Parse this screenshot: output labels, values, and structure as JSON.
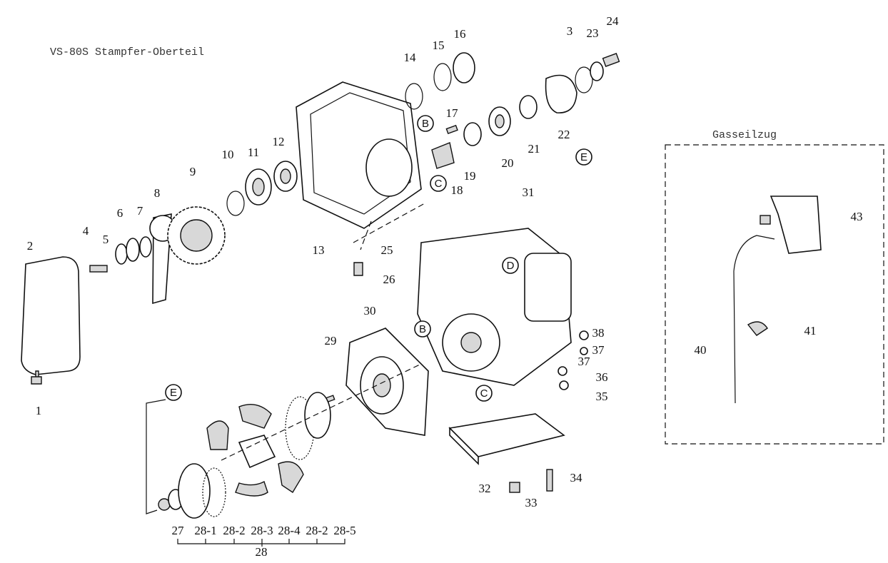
{
  "title": "VS-80S Stampfer-Oberteil",
  "inset_title": "Gasseilzug",
  "part_labels": [
    "1",
    "2",
    "3",
    "4",
    "5",
    "6",
    "7",
    "8",
    "9",
    "10",
    "11",
    "12",
    "13",
    "14",
    "15",
    "16",
    "17",
    "18",
    "19",
    "20",
    "21",
    "22",
    "23",
    "24",
    "25",
    "26",
    "27",
    "28-1",
    "28-2",
    "28-3",
    "28-4",
    "28-2",
    "28-5",
    "28",
    "29",
    "30",
    "31",
    "32",
    "33",
    "34",
    "35",
    "36",
    "37",
    "37",
    "38",
    "40",
    "41",
    "43"
  ],
  "reference_markers": [
    "B",
    "C",
    "E",
    "D",
    "B",
    "C",
    "E"
  ]
}
